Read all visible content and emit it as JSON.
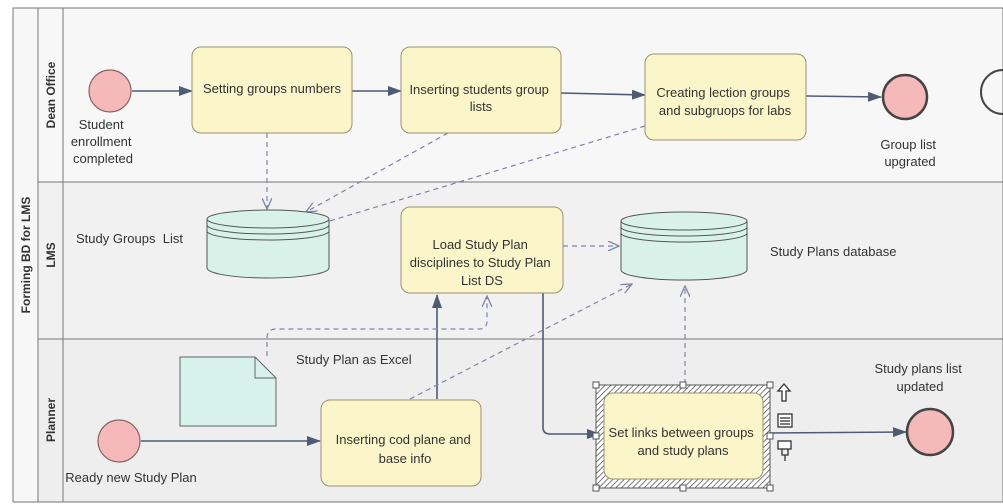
{
  "pool": {
    "title": "Forming BD for LMS"
  },
  "lanes": [
    {
      "id": "dean",
      "title": "Dean Office"
    },
    {
      "id": "lms",
      "title": "LMS"
    },
    {
      "id": "planner",
      "title": "Planner"
    }
  ],
  "events": {
    "start_enrollment": [
      "Student",
      "enrollment",
      "completed"
    ],
    "end_group_list": [
      "Group list",
      "upgrated"
    ],
    "start_study_plan": [
      "Ready new Study Plan"
    ],
    "end_study_plans": [
      "Study plans list",
      "updated"
    ]
  },
  "tasks": {
    "setting_groups": [
      "Setting groups numbers"
    ],
    "inserting_students": [
      "Inserting students group",
      "lists"
    ],
    "creating_lection": [
      "Creating lection groups",
      "and subgruops for labs"
    ],
    "load_study_plan": [
      "Load Study Plan",
      "disciplines to Study Plan",
      "List DS"
    ],
    "inserting_cod": [
      "Inserting cod plane and",
      "base info"
    ],
    "set_links": [
      "Set links between groups",
      "and study plans"
    ]
  },
  "data_stores": {
    "study_groups": "Study Groups  List",
    "study_plans": "Study Plans database"
  },
  "data_objects": {
    "study_plan_excel": "Study Plan as Excel"
  },
  "colors": {
    "task_fill": "#fbf6c9",
    "task_stroke": "#9c9070",
    "store_fill": "#d8f2ea",
    "doc_fill": "#d6f2ea",
    "event_fill": "#f6b9b9",
    "event_stroke": "#8a6060",
    "flow": "#4f5b75",
    "lane_bg": "#f6f6f6"
  }
}
